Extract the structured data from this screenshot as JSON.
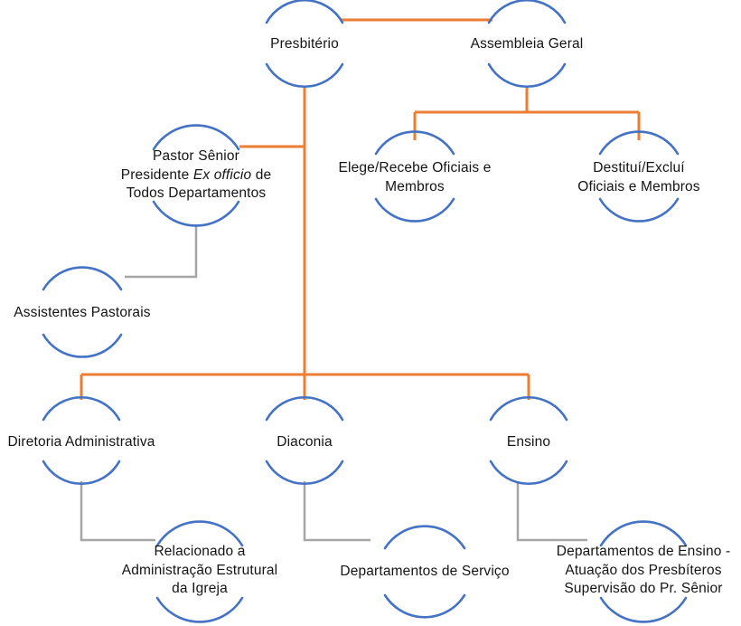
{
  "diagram": {
    "type": "organizational-chart",
    "language": "pt-BR",
    "background_color": "#FFFFFF",
    "node_outline_color": "#4472C4",
    "primary_connector_color": "#ED7D31",
    "secondary_connector_color": "#A6A6A6",
    "text_color": "#141414"
  },
  "nodes": {
    "presbiterio": {
      "label": "Presbitério"
    },
    "assembleia_geral": {
      "label": "Assembleia Geral"
    },
    "pastor_senior": {
      "line1": "Pastor Sênior",
      "line2_pre": "Presidente ",
      "line2_italic": "Ex officio",
      "line2_post": " de",
      "line3": "Todos Departamentos"
    },
    "assistentes_pastorais": {
      "label": "Assistentes Pastorais"
    },
    "elege_recebe": {
      "label": "Elege/Recebe Oficiais e\nMembros"
    },
    "destitui_exclui": {
      "label": "Destituí/Excluí\nOficiais e Membros"
    },
    "diretoria_administrativa": {
      "label": "Diretoria Administrativa"
    },
    "diaconia": {
      "label": "Diaconia"
    },
    "ensino": {
      "label": "Ensino"
    },
    "relacionado_administracao": {
      "label": "Relacionado a\nAdministração Estrutural\nda Igreja"
    },
    "departamentos_servico": {
      "label": "Departamentos de Serviço"
    },
    "departamentos_ensino": {
      "label": "Departamentos de Ensino -\nAtuação dos Presbíteros\nSupervisão do Pr. Sênior"
    }
  },
  "edges": [
    {
      "from": "presbiterio",
      "to": "assembleia_geral",
      "style": "primary"
    },
    {
      "from": "presbiterio",
      "to": "pastor_senior",
      "style": "primary"
    },
    {
      "from": "presbiterio",
      "to": "diretoria_administrativa",
      "style": "primary"
    },
    {
      "from": "presbiterio",
      "to": "diaconia",
      "style": "primary"
    },
    {
      "from": "presbiterio",
      "to": "ensino",
      "style": "primary"
    },
    {
      "from": "assembleia_geral",
      "to": "elege_recebe",
      "style": "primary"
    },
    {
      "from": "assembleia_geral",
      "to": "destitui_exclui",
      "style": "primary"
    },
    {
      "from": "pastor_senior",
      "to": "assistentes_pastorais",
      "style": "secondary"
    },
    {
      "from": "diretoria_administrativa",
      "to": "relacionado_administracao",
      "style": "secondary"
    },
    {
      "from": "diaconia",
      "to": "departamentos_servico",
      "style": "secondary"
    },
    {
      "from": "ensino",
      "to": "departamentos_ensino",
      "style": "secondary"
    }
  ]
}
